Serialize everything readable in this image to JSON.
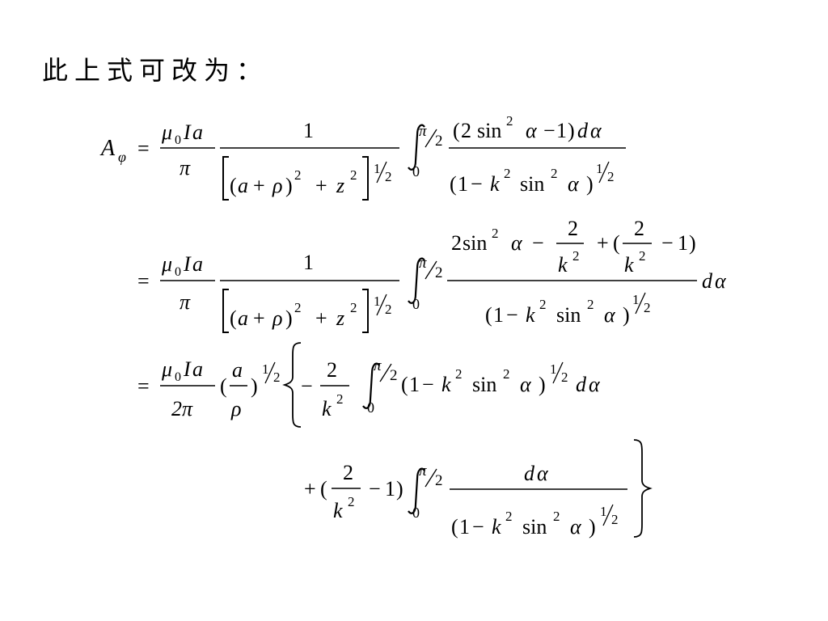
{
  "slide": {
    "heading": "此上式可改为：",
    "equation_symbols": {
      "A": "A",
      "phi": "φ",
      "eq": "=",
      "mu": "μ",
      "zero": "0",
      "I": "I",
      "a": "a",
      "pi": "π",
      "one": "1",
      "two": "2",
      "two_pi": "2π",
      "sin": "sin",
      "alpha": "α",
      "d": "d",
      "k": "k",
      "z": "z",
      "rho": "ρ",
      "plus": "+",
      "minus": "−",
      "lp": "(",
      "rp": ")",
      "half": "1/2"
    }
  }
}
